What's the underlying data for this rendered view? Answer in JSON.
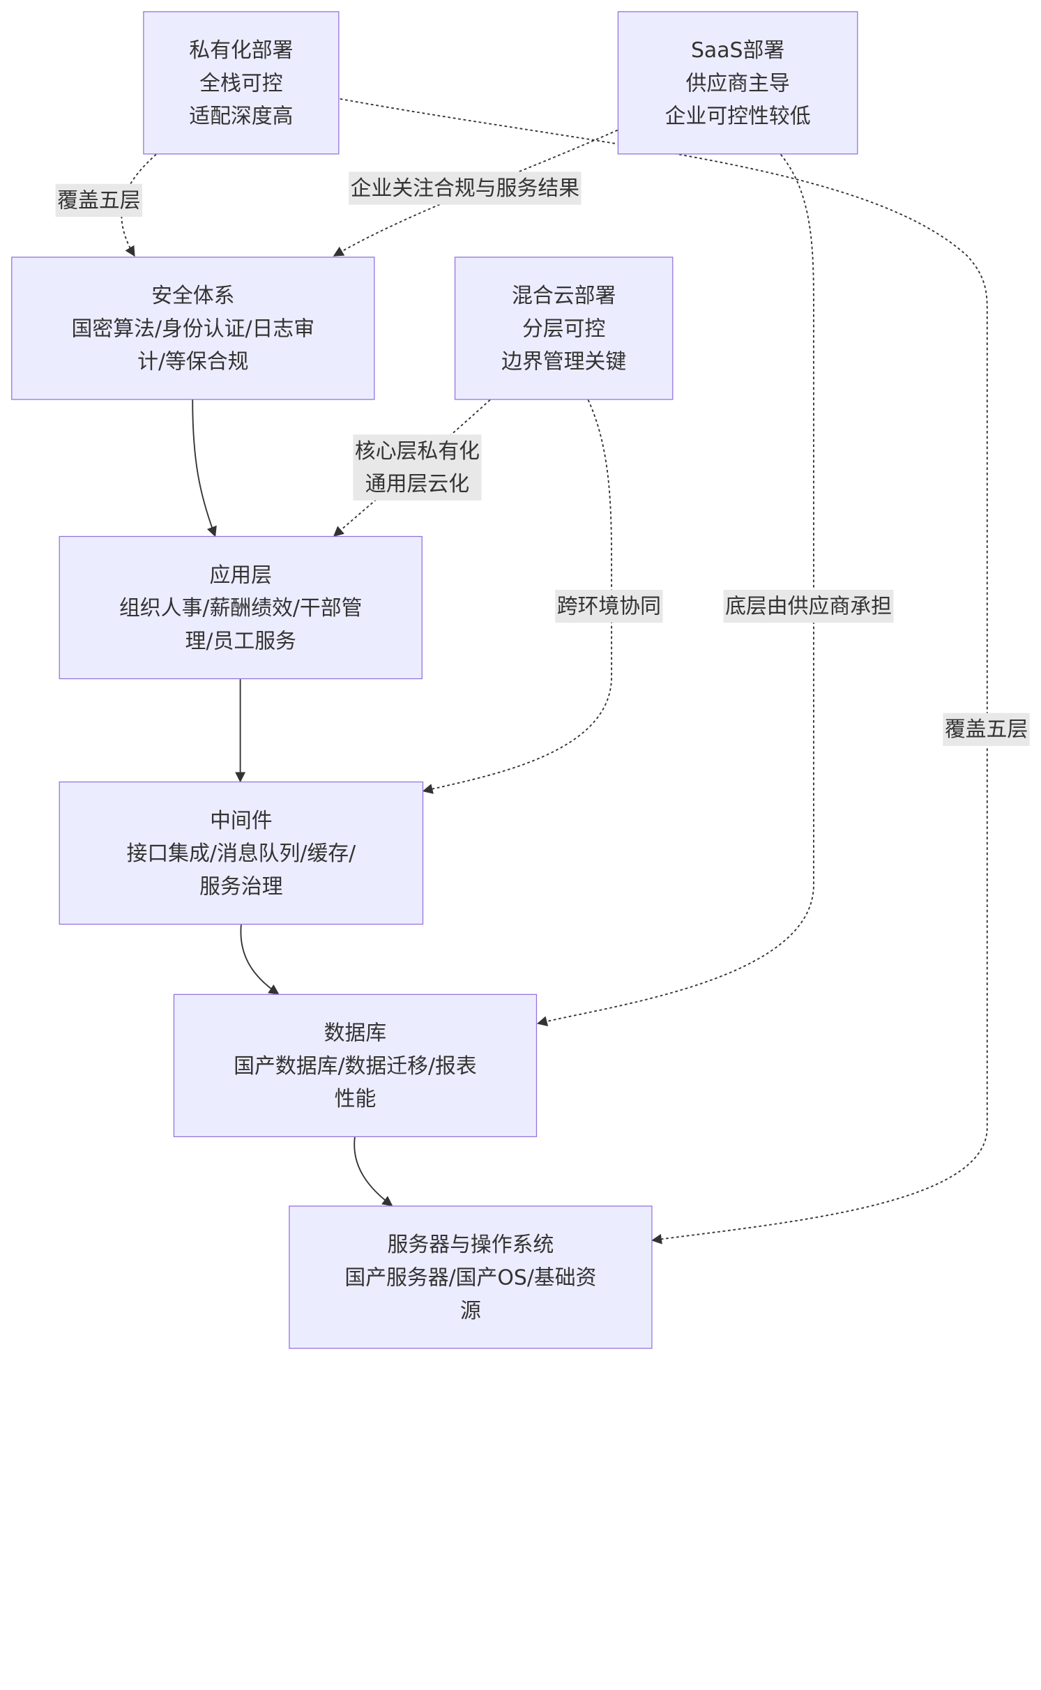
{
  "nodes": {
    "private": [
      "私有化部署",
      "全栈可控",
      "适配深度高"
    ],
    "saas": [
      "SaaS部署",
      "供应商主导",
      "企业可控性较低"
    ],
    "security": [
      "安全体系",
      "国密算法/身份认证/日志审",
      "计/等保合规"
    ],
    "hybrid": [
      "混合云部署",
      "分层可控",
      "边界管理关键"
    ],
    "app": [
      "应用层",
      "组织人事/薪酬绩效/干部管",
      "理/员工服务"
    ],
    "middleware": [
      "中间件",
      "接口集成/消息队列/缓存/",
      "服务治理"
    ],
    "database": [
      "数据库",
      "国产数据库/数据迁移/报表",
      "性能"
    ],
    "server": [
      "服务器与操作系统",
      "国产服务器/国产OS/基础资",
      "源"
    ]
  },
  "edge_labels": {
    "private_to_security": [
      "覆盖五层"
    ],
    "saas_to_security": [
      "企业关注合规与服务结果"
    ],
    "hybrid_to_app": [
      "核心层私有化",
      "通用层云化"
    ],
    "hybrid_to_middleware": [
      "跨环境协同"
    ],
    "saas_to_database": [
      "底层由供应商承担"
    ],
    "private_to_server": [
      "覆盖五层"
    ]
  },
  "colors": {
    "node_fill": "#ececff",
    "node_border": "#9370db",
    "edge": "#333333",
    "label_bg": "#e8e8e8",
    "text": "#333333"
  }
}
